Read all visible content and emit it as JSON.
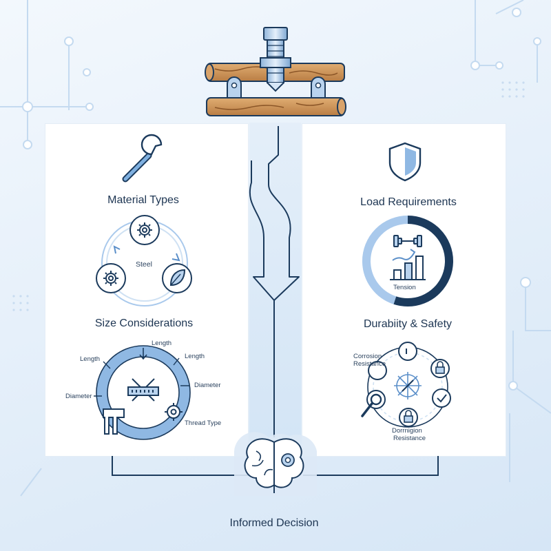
{
  "colors": {
    "navy": "#1b3a5c",
    "blue": "#5b8fc9",
    "light_blue": "#a9c9ec",
    "pale_blue": "#dbe9f7",
    "wood": "#c98e54"
  },
  "sections": {
    "material": {
      "title": "Material Types",
      "center_label": "Steel",
      "icons": [
        "wrench-icon",
        "gear-icon",
        "leaf-icon"
      ]
    },
    "size": {
      "title": "Size Considerations",
      "labels": [
        "Length",
        "Length",
        "Length",
        "Diameter",
        "Diameter",
        "Thread Type"
      ],
      "icons": [
        "caliper-icon",
        "measure-icon",
        "gear-icon"
      ]
    },
    "load": {
      "title": "Load Requirements",
      "center_label": "Tension",
      "gauge_fraction": 0.55,
      "icons": [
        "shield-icon",
        "dumbbell-icon",
        "bar-chart-icon"
      ]
    },
    "durability": {
      "title": "Durabiity & Safety",
      "label_top": [
        "Corrosion",
        "Resistance"
      ],
      "label_bottom": [
        "Dorrnigion",
        "Resistance"
      ],
      "icons": [
        "lock-icon",
        "check-icon",
        "magnifier-icon",
        "compass-icon"
      ]
    }
  },
  "footer": {
    "title": "Informed Decision",
    "icon": "brain-icon"
  }
}
